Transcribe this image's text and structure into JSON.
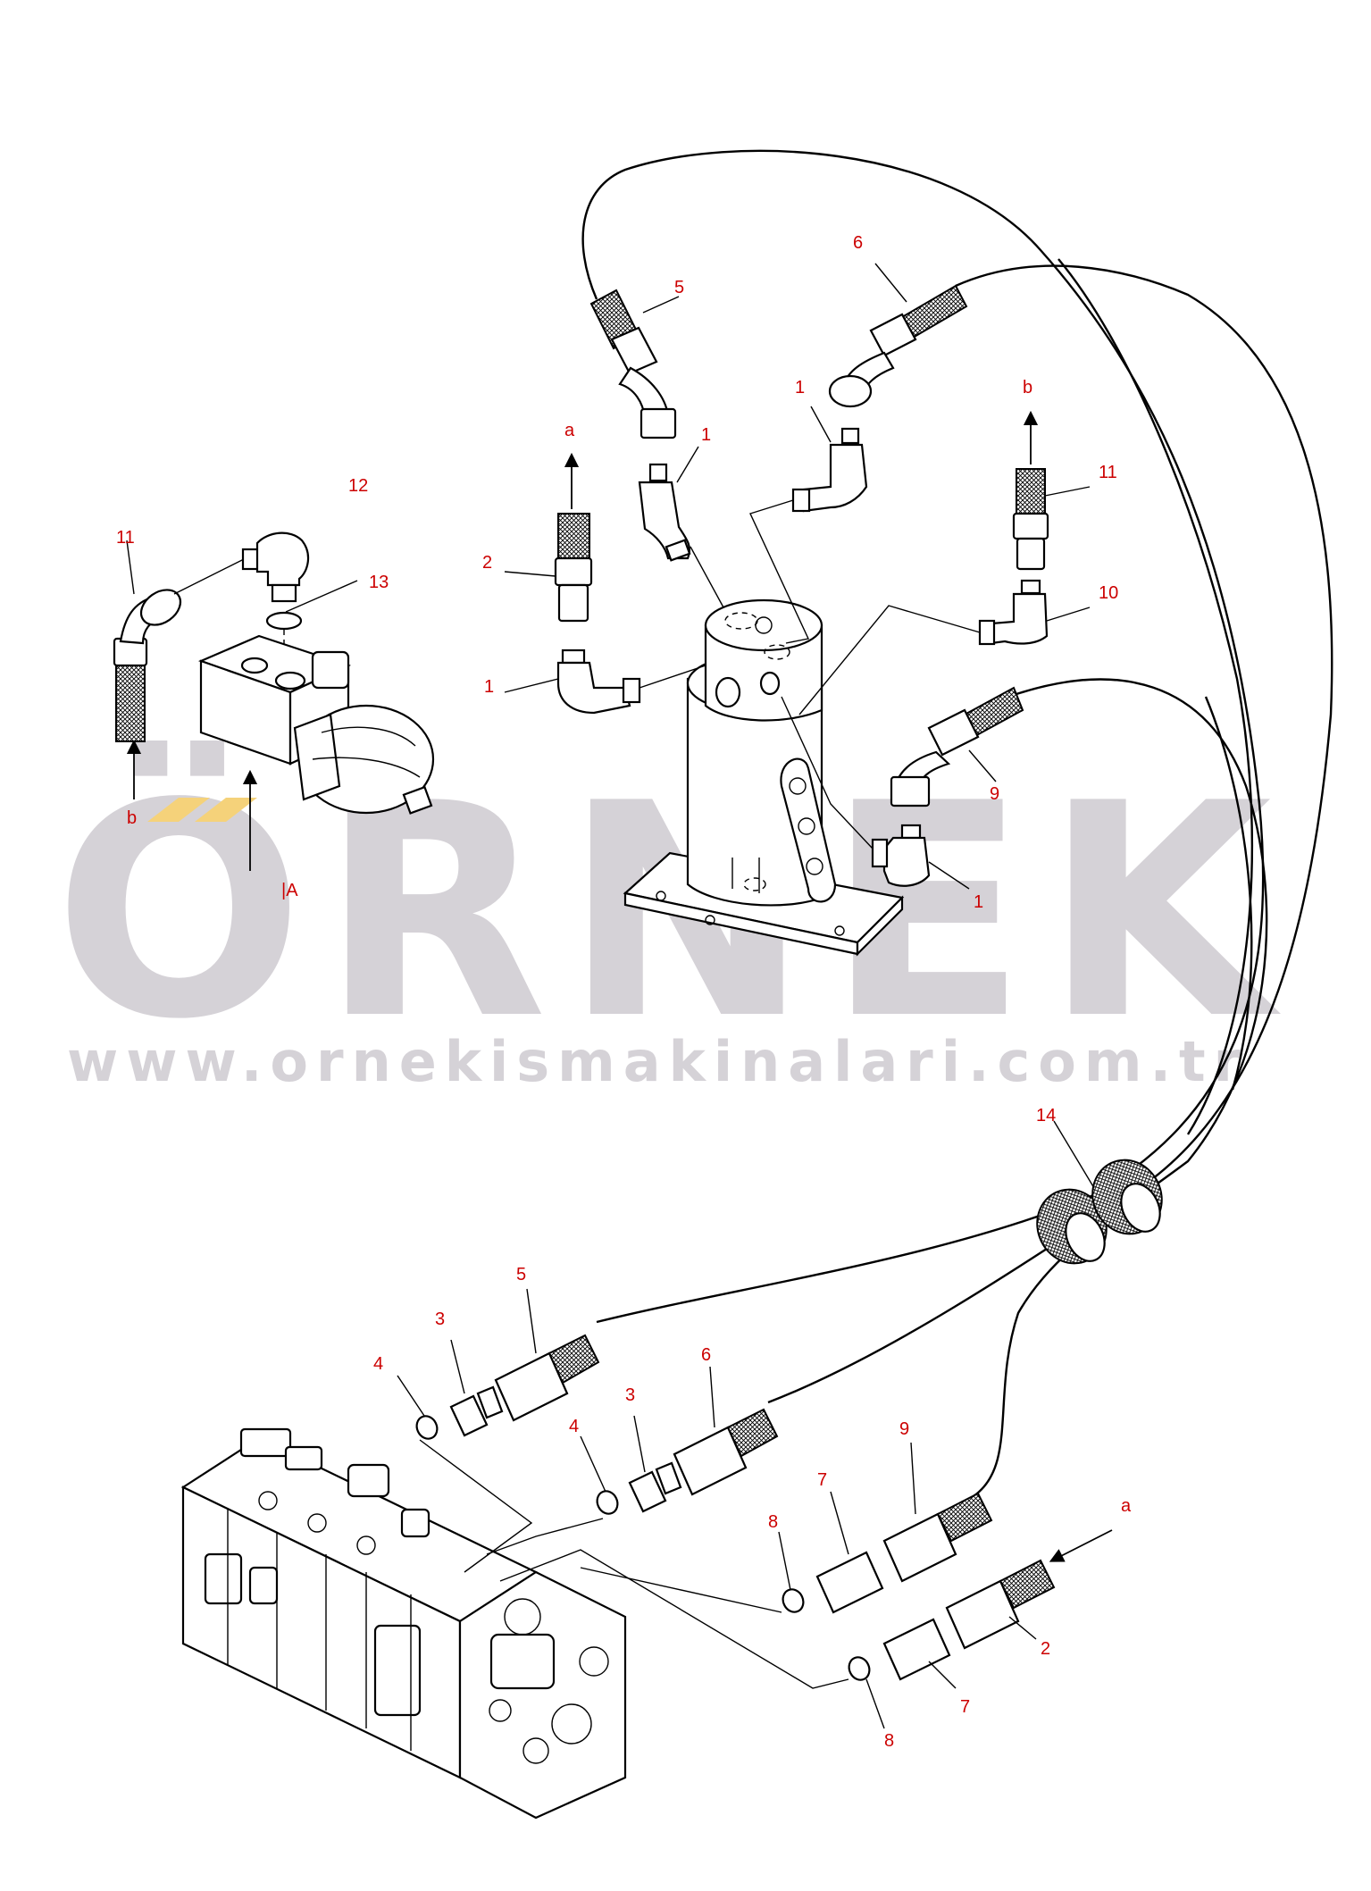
{
  "watermark": {
    "brand": "ÖRNEK",
    "url": "www.ornekismakinalari.com.tr",
    "accent_color": "#f5d27a",
    "text_color": "#d5d2d7"
  },
  "callout_color": "#cc0000",
  "labels": {
    "top_5": "5",
    "top_6": "6",
    "top_1_left": "1",
    "top_1_right": "1",
    "arrow_a_top": "a",
    "arrow_b_top": "b",
    "label_2_top": "2",
    "label_11_right": "11",
    "label_10": "10",
    "label_1_lower_left": "1",
    "label_9_top": "9",
    "label_1_bottom_right": "1",
    "valve_12": "12",
    "valve_11": "11",
    "valve_13": "13",
    "arrow_b_left": "b",
    "view_A": "|A",
    "clamp_14": "14",
    "lower_5": "5",
    "lower_4_a": "4",
    "lower_3_a": "3",
    "lower_6": "6",
    "lower_4_b": "4",
    "lower_3_b": "3",
    "lower_9": "9",
    "lower_7_a": "7",
    "lower_8_a": "8",
    "arrow_a_lower": "a",
    "lower_2": "2",
    "lower_7_b": "7",
    "lower_8_b": "8"
  }
}
